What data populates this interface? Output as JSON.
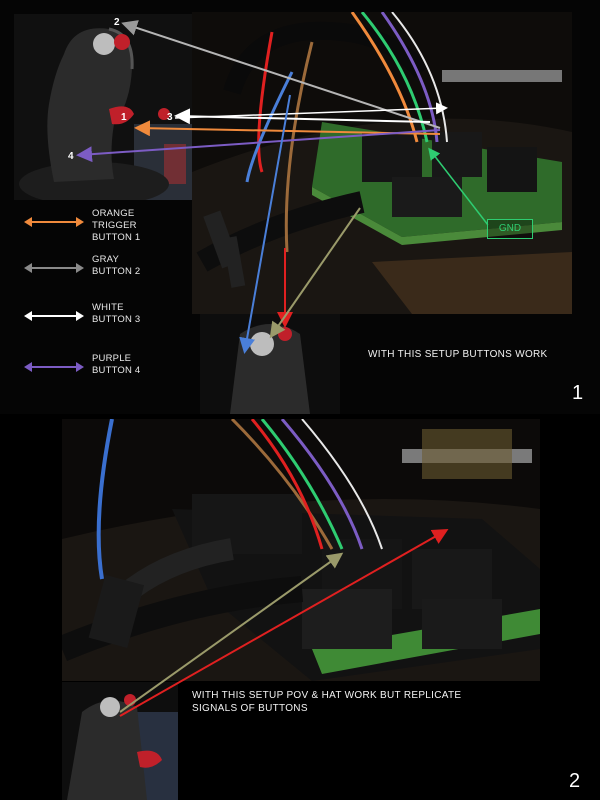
{
  "panel1": {
    "badges": [
      "2",
      "1",
      "3",
      "4"
    ],
    "gnd_label": "GND",
    "legend": [
      {
        "label": "ORANGE\nTRIGGER\nBUTTON 1",
        "color": "#f08a3c"
      },
      {
        "label": "GRAY\nBUTTON 2",
        "color": "#8a8a8a"
      },
      {
        "label": "WHITE\nBUTTON 3",
        "color": "#ffffff"
      },
      {
        "label": "PURPLE\nBUTTON 4",
        "color": "#7c5cc4"
      }
    ],
    "caption": "WITH THIS SETUP BUTTONS WORK",
    "number": "1"
  },
  "panel2": {
    "caption": "WITH THIS SETUP POV & HAT WORK BUT REPLICATE SIGNALS OF BUTTONS",
    "number": "2"
  },
  "colors": {
    "orange": "#f08a3c",
    "gray": "#8a8a8a",
    "white": "#ffffff",
    "purple": "#7c5cc4",
    "red": "#e02020",
    "green": "#2ecc71",
    "olive": "#8f8f60",
    "blue": "#4a7fd9"
  }
}
